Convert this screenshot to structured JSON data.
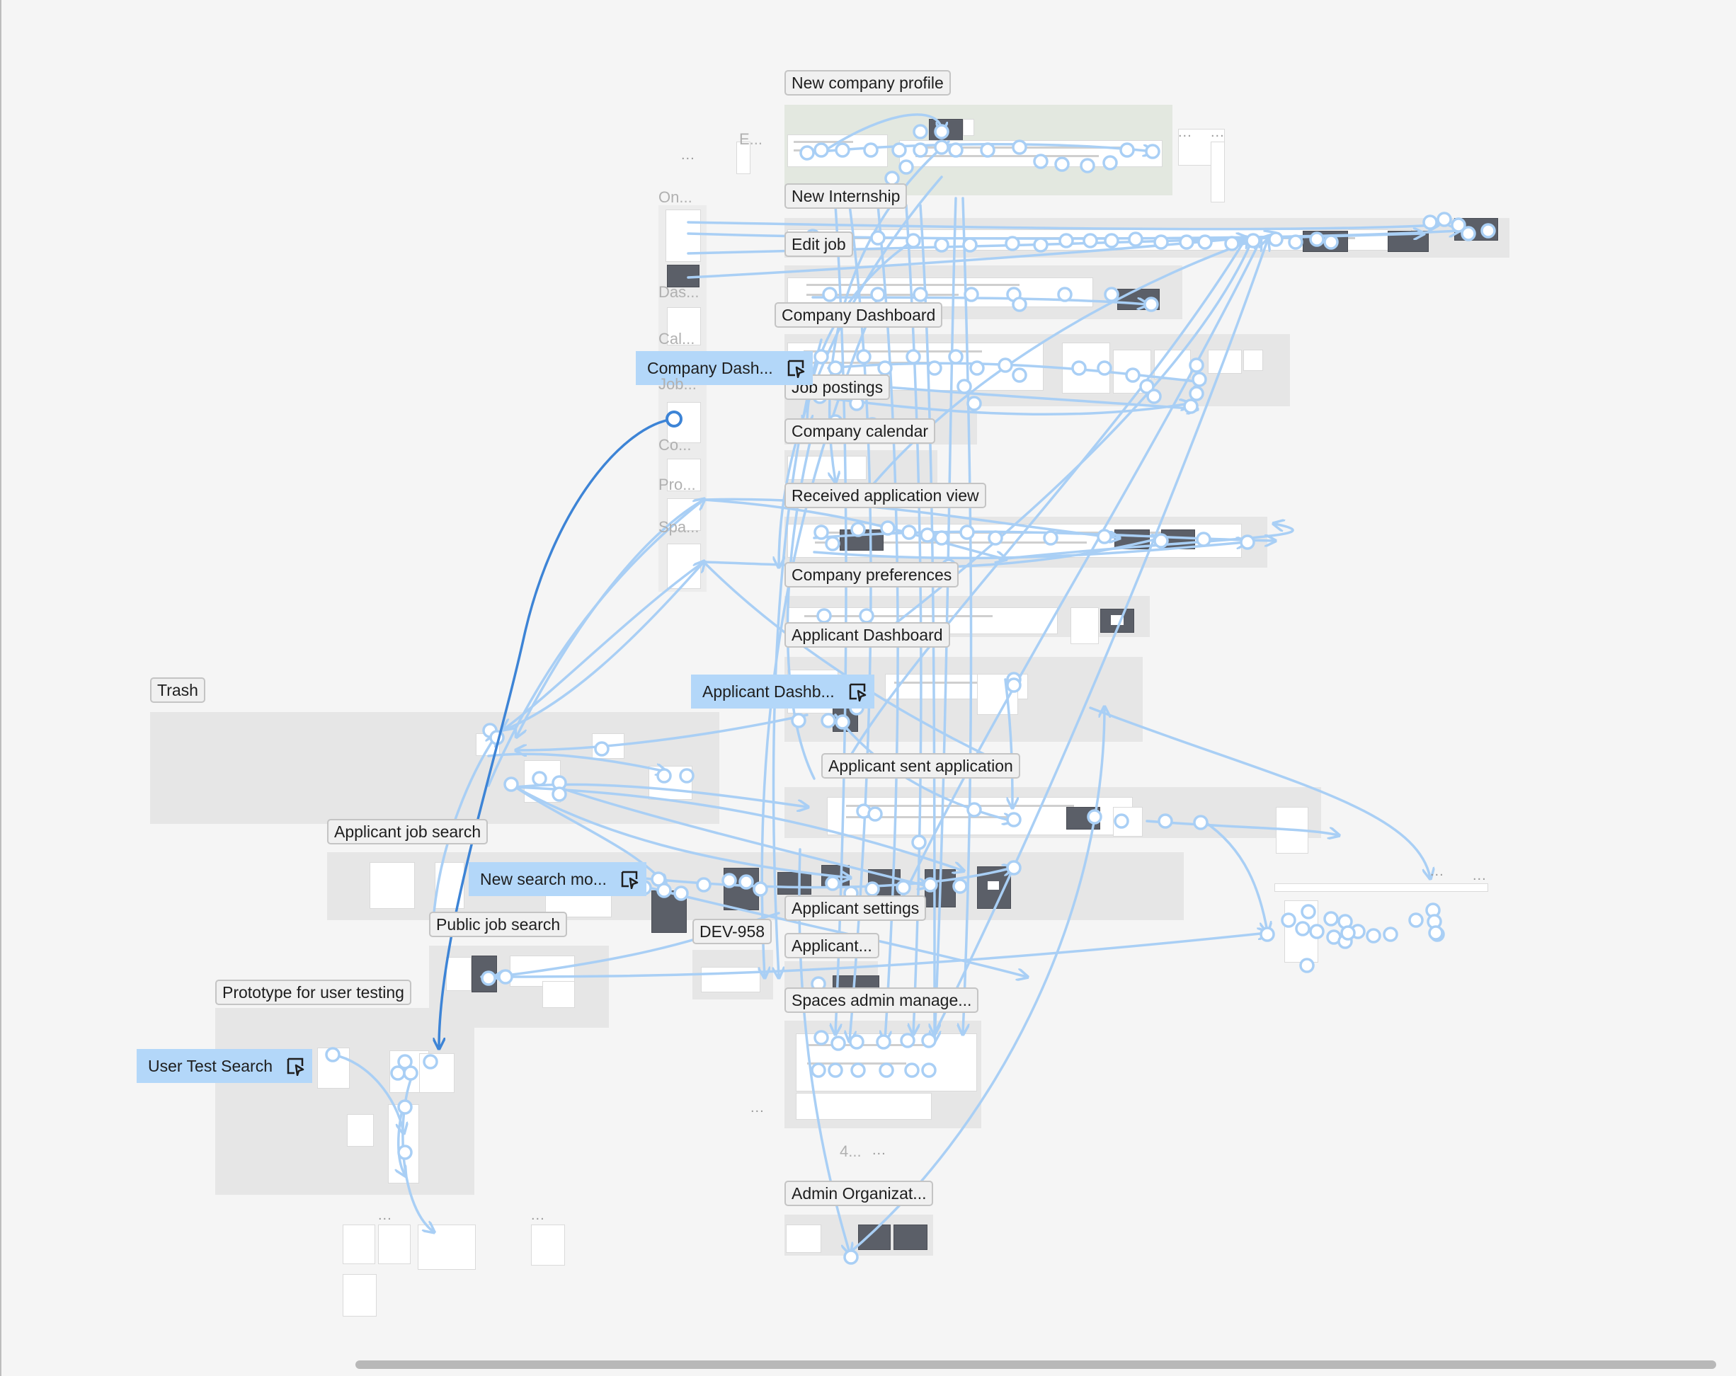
{
  "sections": {
    "new_company_profile": "New company profile",
    "new_internship": "New Internship",
    "edit_job": "Edit job",
    "company_dashboard": "Company Dashboard",
    "job_postings": "Job postings",
    "company_calendar": "Company calendar",
    "received_application_view": "Received application view",
    "company_preferences": "Company preferences",
    "applicant_dashboard": "Applicant Dashboard",
    "applicant_sent_application": "Applicant sent application",
    "trash": "Trash",
    "applicant_job_search": "Applicant job search",
    "public_job_search": "Public job search",
    "dev_958": "DEV-958",
    "prototype_for_user_testing": "Prototype for user testing",
    "applicant_settings": "Applicant settings",
    "applicant_truncated": "Applicant...",
    "spaces_admin_management": "Spaces admin manage...",
    "admin_organization": "Admin Organizat..."
  },
  "flow_starts": {
    "company_dashboard": "Company Dash...",
    "applicant_dashboard": "Applicant Dashb...",
    "new_search_mode": "New search mo...",
    "user_test_search": "User Test Search"
  },
  "ghost_labels": {
    "e": "E...",
    "on": "On...",
    "das": "Das...",
    "cal": "Cal...",
    "job": "Job...",
    "co": "Co...",
    "pro": "Pro...",
    "spa": "Spa...",
    "four": "4...",
    "ellipsis": "..."
  },
  "colors": {
    "canvas_bg": "#f5f5f5",
    "section_bg": "#e6e6e6",
    "wire": "#a9cff5",
    "wire_selected": "#3d84d6",
    "flow_start_bg": "#b3d7f9"
  },
  "icons": {
    "flow_start": "play-frame-icon"
  }
}
